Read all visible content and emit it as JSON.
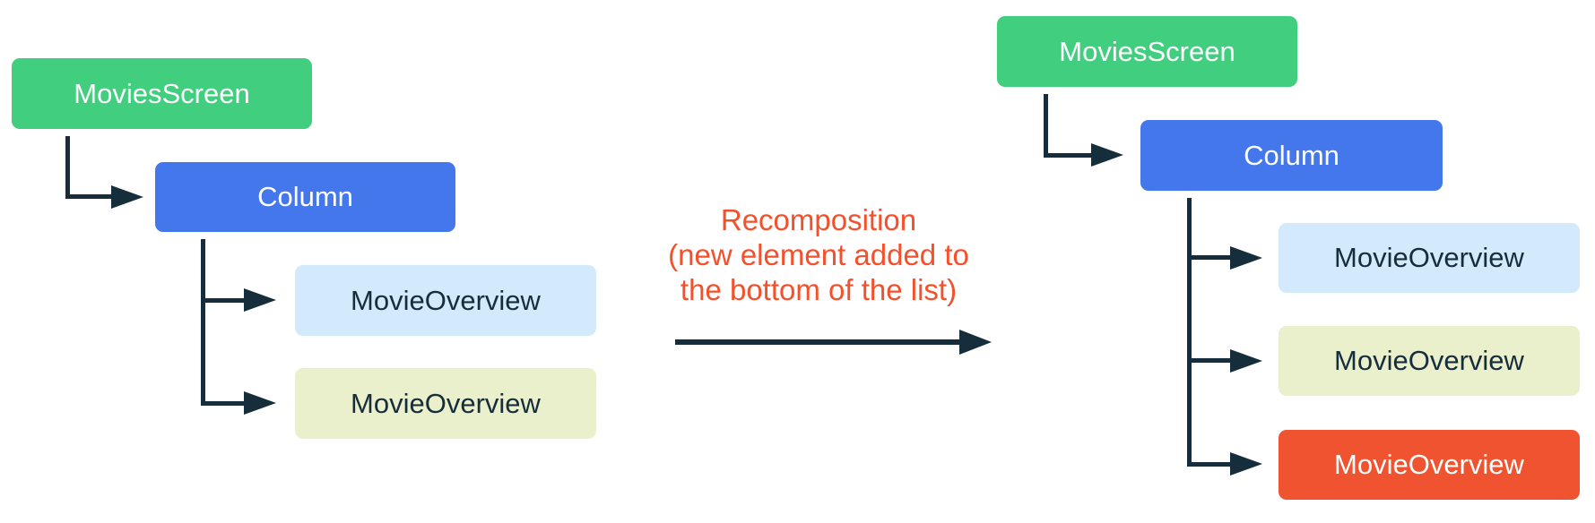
{
  "left_tree": {
    "description": "composition before recomposition",
    "nodes": [
      {
        "id": "movies-screen",
        "label": "MoviesScreen",
        "color": "green"
      },
      {
        "id": "column",
        "label": "Column",
        "color": "blue"
      },
      {
        "id": "movie-overview-1",
        "label": "MovieOverview",
        "color": "light-blue"
      },
      {
        "id": "movie-overview-2",
        "label": "MovieOverview",
        "color": "light-yellow"
      }
    ]
  },
  "right_tree": {
    "description": "composition after recomposition",
    "nodes": [
      {
        "id": "movies-screen",
        "label": "MoviesScreen",
        "color": "green"
      },
      {
        "id": "column",
        "label": "Column",
        "color": "blue"
      },
      {
        "id": "movie-overview-1",
        "label": "MovieOverview",
        "color": "light-blue"
      },
      {
        "id": "movie-overview-2",
        "label": "MovieOverview",
        "color": "light-yellow"
      },
      {
        "id": "movie-overview-3",
        "label": "MovieOverview",
        "color": "orange",
        "highlight": "new element"
      }
    ]
  },
  "annotation": {
    "lines": [
      "Recomposition",
      "(new element added to",
      "the bottom of the list)"
    ]
  },
  "colors": {
    "node_green": "#41CE7E",
    "node_blue": "#4377EB",
    "node_light_blue": "#D2EAFB",
    "node_light_yellow": "#EBF0CC",
    "node_orange": "#EF532F",
    "annotation_text": "#F4502C",
    "connector": "#162D3B",
    "node_text_on_light": "#162D3B",
    "node_text_on_dark": "#FFFFFF",
    "background": "#FFFFFF"
  }
}
